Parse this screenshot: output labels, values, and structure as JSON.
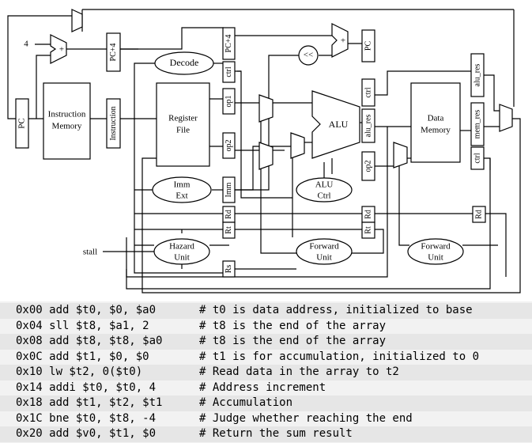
{
  "diagram": {
    "labels": {
      "const_4": "4",
      "stall": "stall",
      "pc": "PC",
      "pc_out": "PC",
      "pc_plus4": "PC+4",
      "pc_plus4_reg": "PC+4",
      "instruction_memory": [
        "Instruction",
        "Memory"
      ],
      "instruction_reg": "Instruction",
      "decode": "Decode",
      "register_file": [
        "Register",
        "File"
      ],
      "ctrl_id": "ctrl",
      "op1": "op1",
      "op2": "op2",
      "imm": "Imm",
      "rd_id": "Rd",
      "rt_id": "Rt",
      "rs_id": "Rs",
      "imm_ext": [
        "Imm",
        "Ext"
      ],
      "hazard_unit": [
        "Hazard",
        "Unit"
      ],
      "shift_left": "<<",
      "plus": "+",
      "alu": "ALU",
      "alu_ctrl": [
        "ALU",
        "Ctrl"
      ],
      "forward_unit_ex": [
        "Forward",
        "Unit"
      ],
      "forward_unit_mem": [
        "Forward",
        "Unit"
      ],
      "ctrl_ex": "ctrl",
      "alu_res_ex": "alu_res",
      "op2_ex": "op2",
      "rd_ex": "Rd",
      "rt_ex": "Rt",
      "data_memory": [
        "Data",
        "Memory"
      ],
      "alu_res_mem": "alu_res",
      "mem_res": "mem_res",
      "ctrl_mem": "ctrl",
      "rd_mem": "Rd"
    }
  },
  "code": [
    {
      "instr": "0x00 add $t0, $0, $a0",
      "comment": "# t0 is data address, initialized to base"
    },
    {
      "instr": "0x04 sll $t8, $a1, 2",
      "comment": "# t8 is the end of the array"
    },
    {
      "instr": "0x08 add $t8, $t8, $a0",
      "comment": "# t8 is the end of the array"
    },
    {
      "instr": "0x0C add $t1, $0, $0",
      "comment": "# t1 is for accumulation, initialized to 0"
    },
    {
      "instr": "0x10 lw $t2, 0($t0)",
      "comment": "# Read data in the array to t2"
    },
    {
      "instr": "0x14 addi $t0, $t0, 4",
      "comment": "# Address increment"
    },
    {
      "instr": "0x18 add $t1, $t2, $t1",
      "comment": "# Accumulation"
    },
    {
      "instr": "0x1C bne $t0, $t8, -4",
      "comment": "# Judge whether reaching the end"
    },
    {
      "instr": "0x20 add $v0, $t1, $0",
      "comment": "# Return the sum result"
    }
  ]
}
